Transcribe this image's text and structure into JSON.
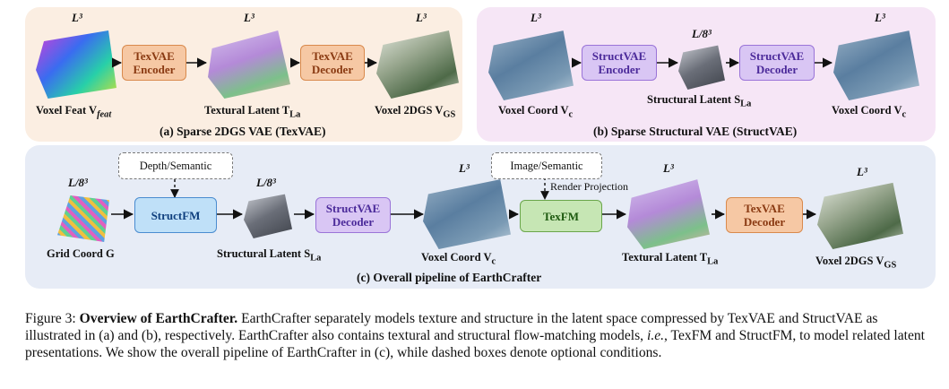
{
  "panel_a": {
    "title": "(a) Sparse 2DGS VAE (TexVAE)",
    "encoder_label": "TexVAE\nEncoder",
    "decoder_label": "TexVAE\nDecoder",
    "input_label": "Voxel Feat V",
    "input_sub": "feat",
    "latent_label": "Textural Latent T",
    "latent_sub": "La",
    "output_label": "Voxel 2DGS V",
    "output_sub": "GS",
    "res": "L³"
  },
  "panel_b": {
    "title": "(b) Sparse Structural VAE (StructVAE)",
    "encoder_label": "StructVAE\nEncoder",
    "decoder_label": "StructVAE\nDecoder",
    "input_label": "Voxel Coord V",
    "input_sub": "c",
    "latent_label": "Structural Latent S",
    "latent_sub": "La",
    "latent_res": "L/8³",
    "output_label": "Voxel Coord V",
    "output_sub": "c",
    "res": "L³"
  },
  "panel_c": {
    "title": "(c) Overall pipeline of EarthCrafter",
    "cond1": "Depth/Semantic",
    "cond2": "Image/Semantic",
    "render_projection": "Render Projection",
    "structfm_label": "StructFM",
    "struct_decoder_label": "StructVAE\nDecoder",
    "texfm_label": "TexFM",
    "tex_decoder_label": "TexVAE\nDecoder",
    "grid_label": "Grid Coord G",
    "struct_latent_label": "Structural Latent S",
    "struct_latent_sub": "La",
    "voxel_label": "Voxel Coord V",
    "voxel_sub": "c",
    "tex_latent_label": "Textural Latent T",
    "tex_latent_sub": "La",
    "output_label": "Voxel 2DGS V",
    "output_sub": "GS",
    "res_small": "L/8³",
    "res": "L³"
  },
  "caption": {
    "prefix": "Figure 3: ",
    "bold": "Overview of EarthCrafter.",
    "text1": " EarthCrafter separately models texture and structure in the latent space compressed by TexVAE and StructVAE as illustrated in (a) and (b), respectively. EarthCrafter also contains textural and structural flow-matching models, ",
    "italic": "i.e.",
    "text2": ", TexFM and StructFM, to model related latent presentations. We show the overall pipeline of EarthCrafter in (c), while dashed boxes denote optional conditions."
  },
  "colors": {
    "panel_a_bg": "#fbeee2",
    "panel_b_bg": "#f6e6f6",
    "panel_c_bg": "#e7ecf6",
    "tex_box": "#f6c8a4",
    "struct_box": "#d9c6f4",
    "structfm_box": "#bfe0f8",
    "texfm_box": "#c6e6b4"
  }
}
